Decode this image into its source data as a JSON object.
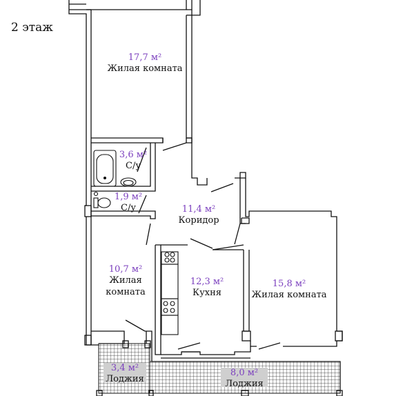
{
  "floor_label": "2 этаж",
  "rooms": {
    "living1": {
      "area": "17,7 м²",
      "name": "Жилая комната"
    },
    "bath": {
      "area": "3,6 м²",
      "name": "С/у"
    },
    "wc": {
      "area": "1,9 м²",
      "name": "С/у"
    },
    "corridor": {
      "area": "11,4 м²",
      "name": "Коридор"
    },
    "living2": {
      "area": "10,7 м²",
      "name_line1": "Жилая",
      "name_line2": "комната"
    },
    "kitchen": {
      "area": "12,3 м²",
      "name": "Кухня"
    },
    "living3": {
      "area": "15,8 м²",
      "name": "Жилая комната"
    },
    "loggia1": {
      "area": "3,4 м²",
      "name": "Лоджия"
    },
    "loggia2": {
      "area": "8,0 м²",
      "name": "Лоджия"
    }
  },
  "colors": {
    "wall": "#111111",
    "area_text": "#7b3fbe",
    "label_bg": "#cfcfcf"
  }
}
